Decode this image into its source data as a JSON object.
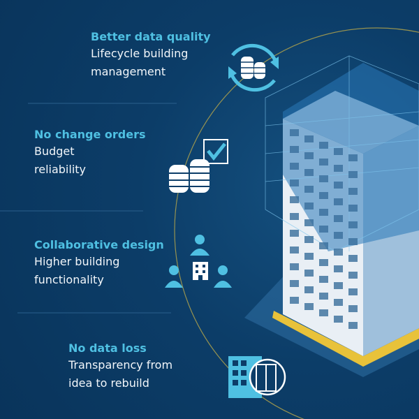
{
  "benefits": [
    {
      "heading": "Better data quality",
      "line1": "Lifecycle building",
      "line2": "management",
      "icon": "sync-coins-icon"
    },
    {
      "heading": "No change orders",
      "line1": "Budget",
      "line2": "reliability",
      "icon": "coins-check-icon"
    },
    {
      "heading": "Collaborative design",
      "line1": "Higher building",
      "line2": "functionality",
      "icon": "team-building-icon"
    },
    {
      "heading": "No data loss",
      "line1": "Transparency from",
      "line2": "idea to rebuild",
      "icon": "building-plan-icon"
    }
  ],
  "colors": {
    "background": "#0c3d68",
    "accent": "#4fc0e2",
    "arc": "#c9b44a",
    "text": "#f2f6fa"
  }
}
